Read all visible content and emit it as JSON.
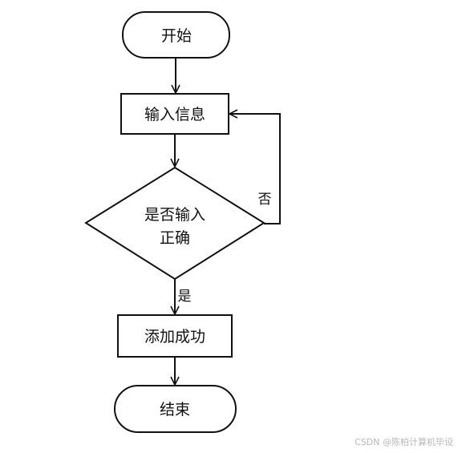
{
  "flowchart": {
    "nodes": {
      "start": "开始",
      "input": "输入信息",
      "decision_line1": "是否输入",
      "decision_line2": "正确",
      "add": "添加成功",
      "end": "结束"
    },
    "edges": {
      "no_label": "否",
      "yes_label": "是"
    }
  },
  "watermark": "CSDN @陈柏计算机毕设"
}
